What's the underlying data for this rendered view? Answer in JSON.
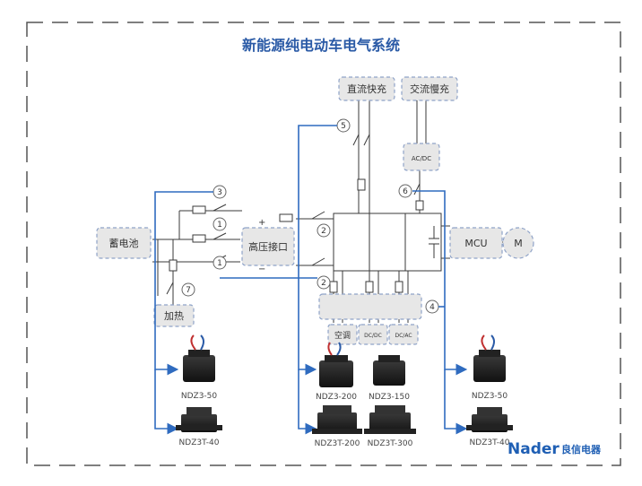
{
  "title": "新能源纯电动车电气系统",
  "nodes": {
    "battery": "蓄电池",
    "hv_interface": "高压接口",
    "dc_fast": "直流快充",
    "ac_slow": "交流慢充",
    "acdc": "AC/DC",
    "mcu": "MCU",
    "motor": "M",
    "heater": "加热",
    "aircon": "空调",
    "dcdc": "DC/DC",
    "dcac": "DC/AC"
  },
  "markers": {
    "m1a": "1",
    "m1b": "1",
    "m2a": "2",
    "m2b": "2",
    "m3": "3",
    "m4": "4",
    "m5": "5",
    "m6": "6",
    "m7": "7"
  },
  "polarity": {
    "plus": "+",
    "minus": "−"
  },
  "products": {
    "left_top": "NDZ3-50",
    "left_bottom": "NDZ3T-40",
    "mid_top_1": "NDZ3-200",
    "mid_top_2": "NDZ3-150",
    "mid_bottom_1": "NDZ3T-200",
    "mid_bottom_2": "NDZ3T-300",
    "right_top": "NDZ3-50",
    "right_bottom": "NDZ3T-40"
  },
  "brand": {
    "name": "Nader",
    "cn": "良信电器"
  },
  "colors": {
    "title": "#2a5aa6",
    "arrow": "#2f6bbf",
    "box_fill": "#e7e7e7",
    "box_border": "#8fa3c8",
    "line": "#3a3a3a",
    "frame": "#555555",
    "brand": "#1f5fb4"
  }
}
